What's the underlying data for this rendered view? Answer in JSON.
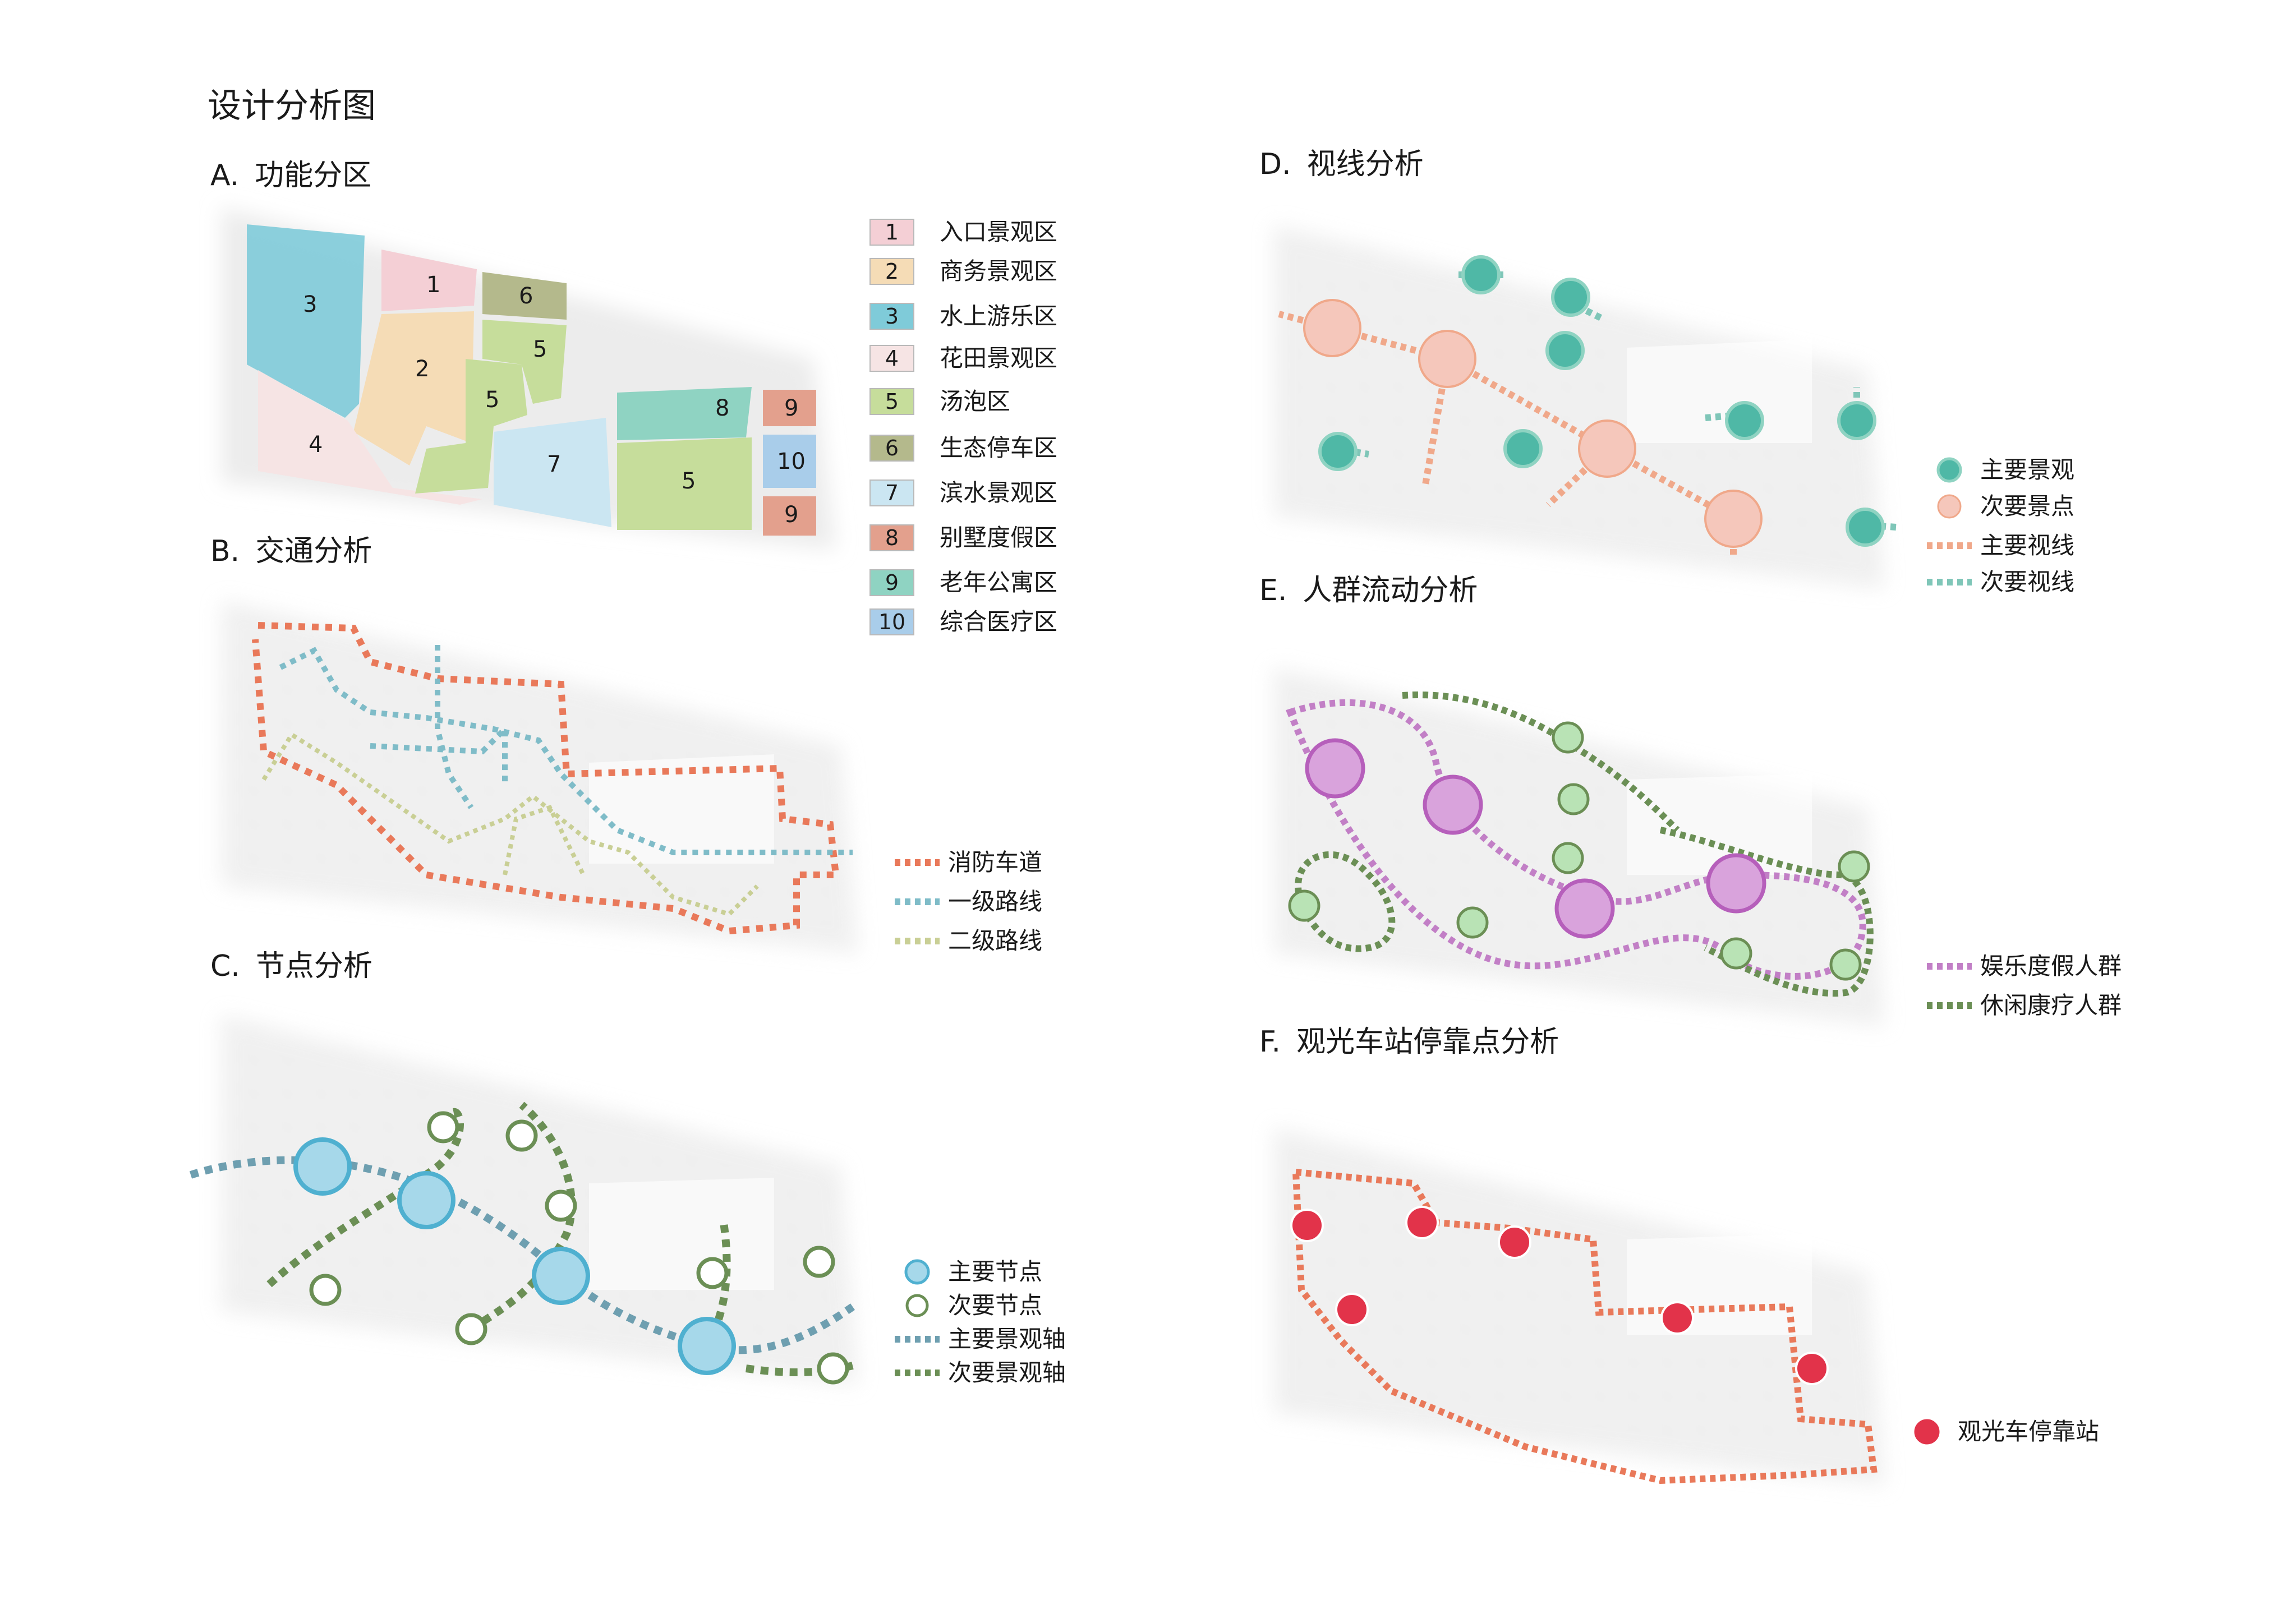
{
  "page_title": "设计分析图",
  "sections": {
    "a": {
      "letter": "A.",
      "title": "功能分区"
    },
    "b": {
      "letter": "B.",
      "title": "交通分析"
    },
    "c": {
      "letter": "C.",
      "title": "节点分析"
    },
    "d": {
      "letter": "D.",
      "title": "视线分析"
    },
    "e": {
      "letter": "E.",
      "title": "人群流动分析"
    },
    "f": {
      "letter": "F.",
      "title": "观光车站停靠点分析"
    }
  },
  "zones": [
    {
      "num": "1",
      "label": "入口景观区",
      "color": "#f4cfd5"
    },
    {
      "num": "2",
      "label": "商务景观区",
      "color": "#f5dcb6"
    },
    {
      "num": "3",
      "label": "水上游乐区",
      "color": "#7fcbd9"
    },
    {
      "num": "4",
      "label": "花田景观区",
      "color": "#f6e4e4"
    },
    {
      "num": "5",
      "label": "汤泡区",
      "color": "#c6dd9b"
    },
    {
      "num": "6",
      "label": "生态停车区",
      "color": "#b4b98c"
    },
    {
      "num": "7",
      "label": "滨水景观区",
      "color": "#cbe6f2"
    },
    {
      "num": "8",
      "label": "别墅度假区",
      "color": "#e3a08d"
    },
    {
      "num": "9",
      "label": "老年公寓区",
      "color": "#8fd3c2"
    },
    {
      "num": "10",
      "label": "综合医疗区",
      "color": "#a9cdea"
    }
  ],
  "map_a_labels": {
    "z1": "1",
    "z2": "2",
    "z3": "3",
    "z4": "4",
    "z5a": "5",
    "z5b": "5",
    "z5c": "5",
    "z6": "6",
    "z7": "7",
    "z8": "8",
    "z9a": "9",
    "z9b": "9",
    "z10": "10"
  },
  "legend_b": [
    {
      "label": "消防车道",
      "color": "#e9795a"
    },
    {
      "label": "一级路线",
      "color": "#7fbcc8"
    },
    {
      "label": "二级路线",
      "color": "#c9cf95"
    }
  ],
  "legend_c": [
    {
      "label": "主要节点",
      "color": "#a6d8ea"
    },
    {
      "label": "次要节点",
      "color": "#ffffff"
    },
    {
      "label": "主要景观轴",
      "color": "#6e9fb0"
    },
    {
      "label": "次要景观轴",
      "color": "#6b8f55"
    }
  ],
  "legend_d": [
    {
      "label": "主要景观",
      "color": "#4fb8a6"
    },
    {
      "label": "次要景点",
      "color": "#f5c7bb"
    },
    {
      "label": "主要视线",
      "color": "#f0a88a"
    },
    {
      "label": "次要视线",
      "color": "#7fc6b8"
    }
  ],
  "legend_e": [
    {
      "label": "娱乐度假人群",
      "color": "#c27fc6"
    },
    {
      "label": "休闲康疗人群",
      "color": "#6b8f55"
    }
  ],
  "legend_f": [
    {
      "label": "观光车停靠站",
      "color": "#e2334a"
    }
  ]
}
